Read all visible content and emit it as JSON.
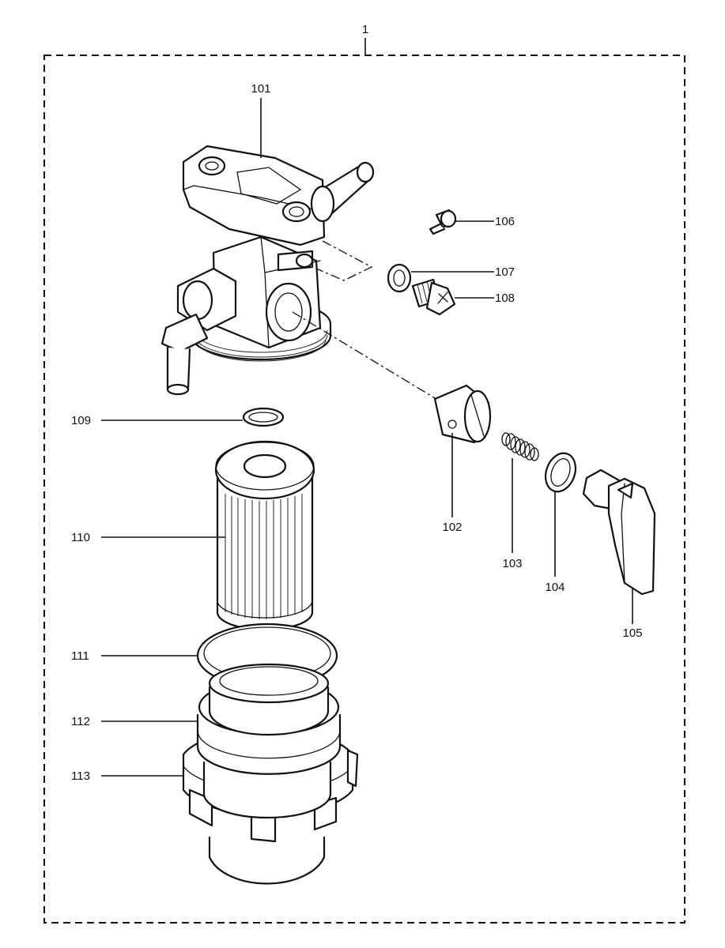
{
  "assembly": {
    "number": "1"
  },
  "callouts": [
    {
      "id": "101",
      "label": "101"
    },
    {
      "id": "102",
      "label": "102"
    },
    {
      "id": "103",
      "label": "103"
    },
    {
      "id": "104",
      "label": "104"
    },
    {
      "id": "105",
      "label": "105"
    },
    {
      "id": "106",
      "label": "106"
    },
    {
      "id": "107",
      "label": "107"
    },
    {
      "id": "108",
      "label": "108"
    },
    {
      "id": "109",
      "label": "109"
    },
    {
      "id": "110",
      "label": "110"
    },
    {
      "id": "111",
      "label": "111"
    },
    {
      "id": "112",
      "label": "112"
    },
    {
      "id": "113",
      "label": "113"
    }
  ],
  "colors": {
    "line": "#111111",
    "background": "#ffffff"
  }
}
